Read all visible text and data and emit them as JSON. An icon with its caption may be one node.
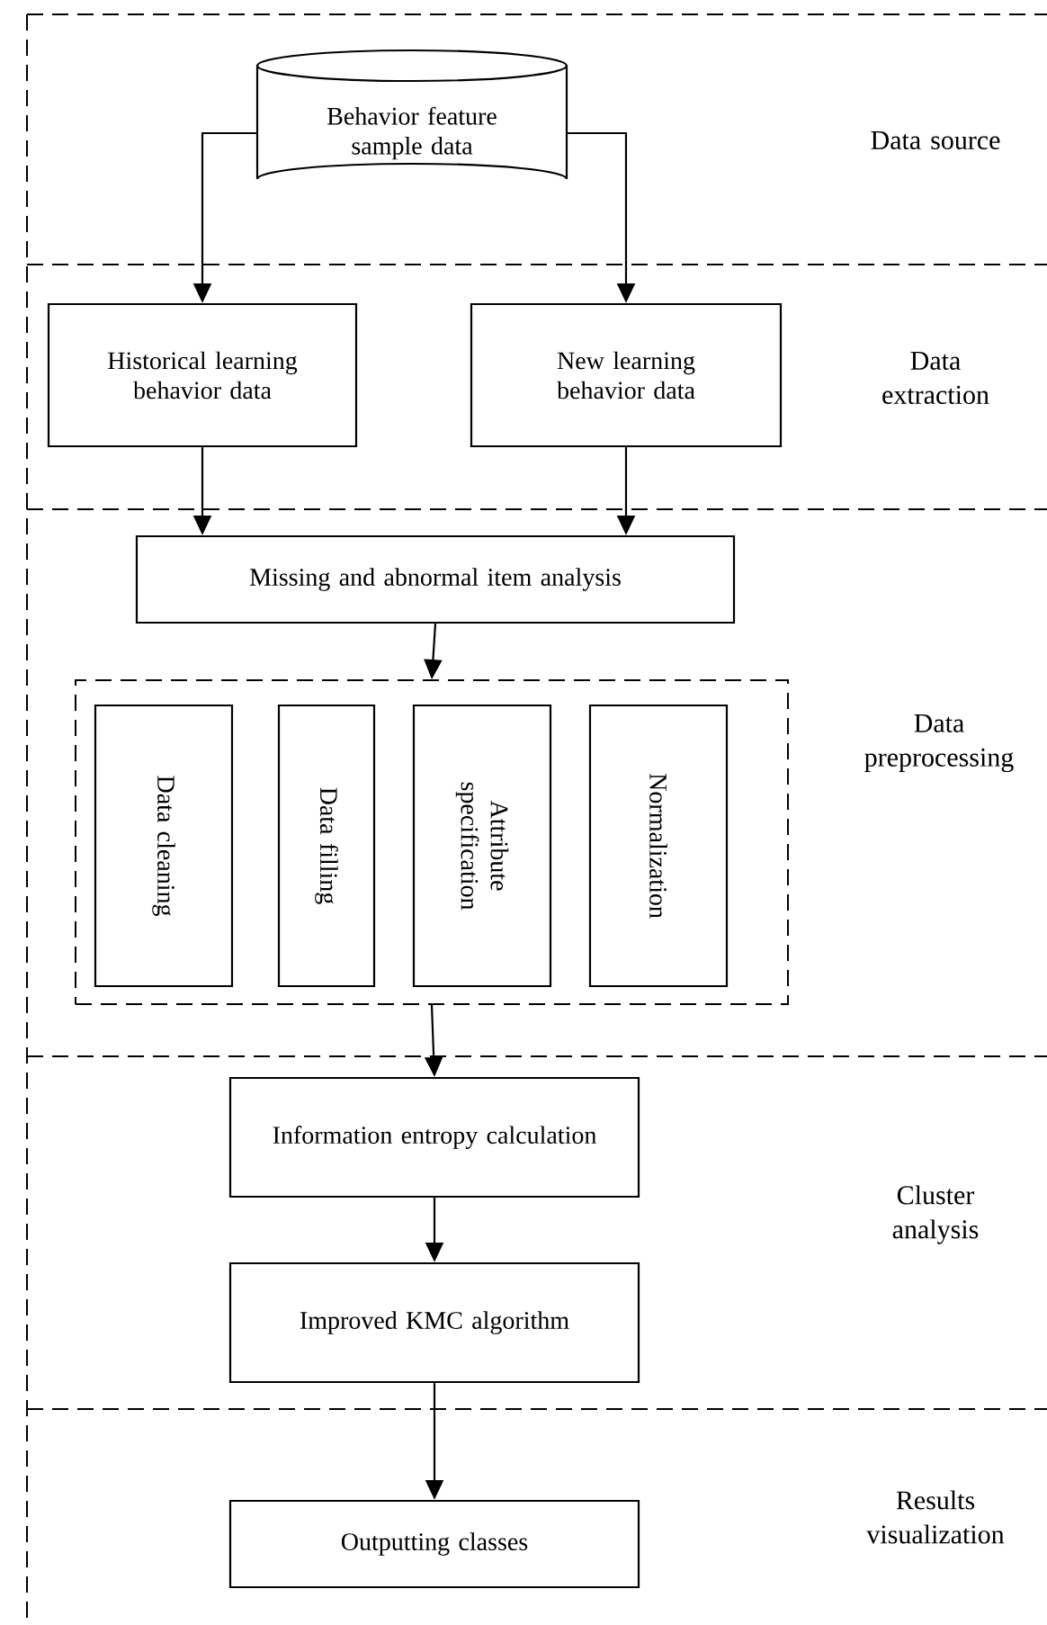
{
  "diagram": {
    "nodes": [
      {
        "text": [
          "Behavior feature sample data"
        ]
      },
      {
        "text": [
          "Historical learning behavior data"
        ]
      },
      {
        "text": [
          "New learning behavior data"
        ]
      },
      {
        "text": [
          "Missing and abnormal item analysis"
        ]
      },
      {
        "text": [],
        "shape": "box"
      },
      {
        "text": [
          "Data cleaning"
        ],
        "in": 4
      },
      {
        "text": [
          "Data filling"
        ],
        "in": 4
      },
      {
        "text": [
          "Attribute specification"
        ],
        "in": 4
      },
      {
        "text": [
          "Normalization"
        ],
        "in": 4
      },
      {
        "text": [
          "Information entropy calculation"
        ]
      },
      {
        "text": [
          "Improved KMC algorithm"
        ]
      },
      {
        "text": [
          "Outputting classes"
        ]
      }
    ],
    "edges": [
      {
        "from": 0,
        "to": 1,
        "arrow": "to"
      },
      {
        "from": 0,
        "to": 2,
        "arrow": "to"
      },
      {
        "from": 1,
        "to": 3,
        "arrow": "to"
      },
      {
        "from": 2,
        "to": 3,
        "arrow": "to"
      },
      {
        "from": 3,
        "to": 4,
        "arrow": "to"
      },
      {
        "from": 4,
        "to": 9,
        "arrow": "to"
      },
      {
        "from": 9,
        "to": 10,
        "arrow": "to"
      },
      {
        "from": 10,
        "to": 11,
        "arrow": "to"
      }
    ],
    "labels": [
      "Data source",
      "Data extraction",
      "Data preprocessing",
      "Cluster analysis",
      "Results visualization"
    ]
  }
}
